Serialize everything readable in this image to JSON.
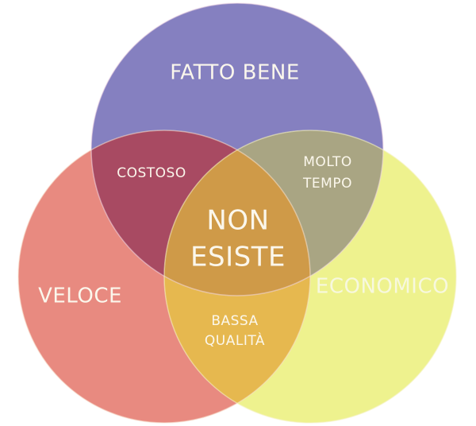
{
  "diagram": {
    "type": "venn-3",
    "circles": [
      {
        "id": "top",
        "label": "FATTO BENE",
        "color": "#8580c0"
      },
      {
        "id": "left",
        "label": "VELOCE",
        "color": "#e88a80"
      },
      {
        "id": "right",
        "label": "ECONOMICO",
        "color": "#eef28e"
      }
    ],
    "intersections": {
      "top_left": {
        "lines": [
          "COSTOSO"
        ],
        "color": "#a84a62"
      },
      "top_right": {
        "lines": [
          "MOLTO",
          "TEMPO"
        ],
        "color": "#a9a583"
      },
      "left_right": {
        "lines": [
          "BASSA",
          "QUALITÀ"
        ],
        "color": "#e6b84f"
      },
      "center": {
        "lines": [
          "NON",
          "ESISTE"
        ],
        "color": "#cf9a48"
      }
    }
  }
}
